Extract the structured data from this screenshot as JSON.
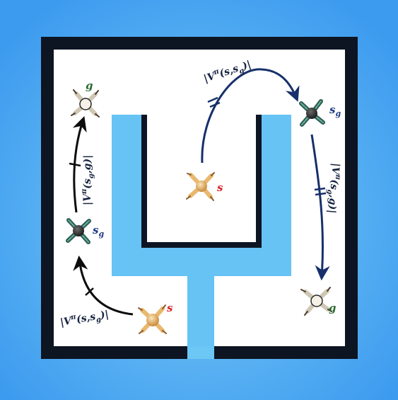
{
  "colors": {
    "background_outer": "#3d9bef",
    "background_glow": "#7ccdf7",
    "maze_wall": "#0d1522",
    "maze_floor": "#ffffff",
    "arrow_right": "#17306b",
    "arrow_left": "#0d0d0d",
    "label_start": "#d8262b",
    "label_subgoal": "#1d3a84",
    "label_goal": "#2b6b32",
    "label_value": "#16233f",
    "agent_body_gold": "#e9b86f",
    "agent_body_dark": "#3a3a3a",
    "agent_body_white": "#f5f1e6"
  },
  "labels": {
    "start_right": "s",
    "start_left": "s",
    "subgoal_right": "s",
    "subgoal_right_sub": "g",
    "subgoal_left": "s",
    "subgoal_left_sub": "g",
    "goal_right": "g",
    "goal_left": "g"
  },
  "value_labels": {
    "right_top": "|V",
    "right_top_sup": "π",
    "right_top_args": "(s,s",
    "right_top_sub": "g",
    "right_top_close": ")|",
    "right_side": "|V",
    "right_side_sup": "π",
    "right_side_args": "(s",
    "right_side_sub": "g",
    "right_side_close": ",g)|",
    "left_bottom": "|V",
    "left_bottom_sup": "π",
    "left_bottom_args": "(s,s",
    "left_bottom_sub": "g",
    "left_bottom_close": ")|",
    "left_side": "|V",
    "left_side_sup": "π",
    "left_side_args": "(s",
    "left_side_sub": "g",
    "left_side_close": ",g)|"
  },
  "icons": [
    "ant-robot-start-icon",
    "ant-robot-subgoal-icon",
    "ant-robot-goal-icon",
    "arrow-icon"
  ]
}
